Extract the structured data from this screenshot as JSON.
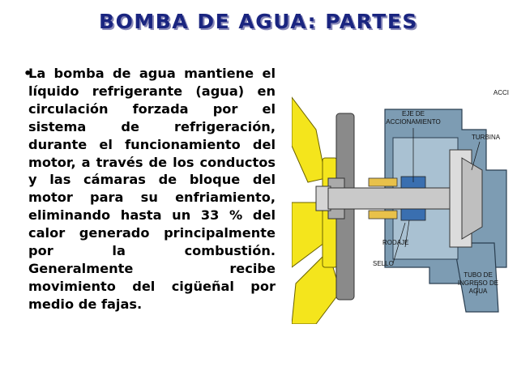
{
  "slide": {
    "title": "BOMBA DE AGUA: PARTES",
    "bullet_char": "•",
    "paragraph": "La bomba de agua mantiene el líquido refrigerante (agua) en circulación forzada por el sistema de refrigeración, durante el funcionamiento del motor, a través de los conductos y las cámaras de bloque del motor para su enfriamiento, eliminando hasta un 33 % del calor generado principalmente por la combustión. Generalmente recibe movimiento del cigüeñal por medio de fajas."
  },
  "diagram": {
    "labels": {
      "corner": "ACCI",
      "eje_1": "EJE DE",
      "eje_2": "ACCIONAMIENTO",
      "turbina": "TURBINA",
      "rodaje": "RODAJE",
      "sello": "SELLO",
      "tubo_1": "TUBO DE",
      "tubo_2": "INGRESO DE",
      "tubo_3": "AGUA"
    },
    "colors": {
      "fan": "#f4e51c",
      "housing": "#7d9cb3",
      "shaft": "#c9c9c9",
      "pulley": "#8a8a8a"
    }
  }
}
